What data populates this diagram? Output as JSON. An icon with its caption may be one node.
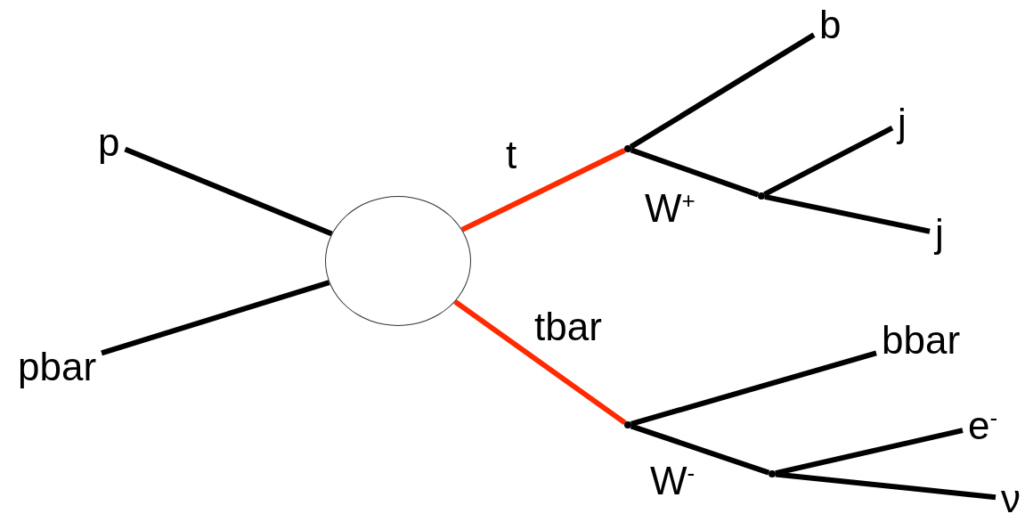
{
  "diagram": {
    "nodes": [
      {
        "text": [
          "p"
        ]
      },
      {
        "text": [
          "pbar"
        ]
      },
      {
        "text": [],
        "shape": "circle"
      },
      {
        "text": [],
        "shape": "dot"
      },
      {
        "text": [
          "b"
        ]
      },
      {
        "text": [],
        "shape": "dot"
      },
      {
        "text": [
          "j"
        ]
      },
      {
        "text": [
          "j"
        ]
      },
      {
        "text": [],
        "shape": "dot"
      },
      {
        "text": [
          "bbar"
        ]
      },
      {
        "text": [],
        "shape": "dot"
      },
      {
        "text": [
          "e$^{-}$"
        ]
      },
      {
        "text": [
          "ν"
        ]
      }
    ],
    "edges": [
      {
        "from": 0,
        "to": 2,
        "arrow": "none"
      },
      {
        "from": 1,
        "to": 2,
        "arrow": "none"
      },
      {
        "from": 2,
        "to": 3,
        "arrow": "none",
        "label": "t",
        "color": "#ff2a00"
      },
      {
        "from": 3,
        "to": 4,
        "arrow": "none"
      },
      {
        "from": 3,
        "to": 5,
        "arrow": "none",
        "label": "W$^{+}$"
      },
      {
        "from": 5,
        "to": 6,
        "arrow": "none"
      },
      {
        "from": 5,
        "to": 7,
        "arrow": "none"
      },
      {
        "from": 2,
        "to": 8,
        "arrow": "none",
        "label": "tbar",
        "color": "#ff2a00"
      },
      {
        "from": 8,
        "to": 9,
        "arrow": "none"
      },
      {
        "from": 8,
        "to": 10,
        "arrow": "none",
        "label": "W$^{-}$"
      },
      {
        "from": 10,
        "to": 11,
        "arrow": "none"
      },
      {
        "from": 10,
        "to": 12,
        "arrow": "none"
      }
    ]
  }
}
